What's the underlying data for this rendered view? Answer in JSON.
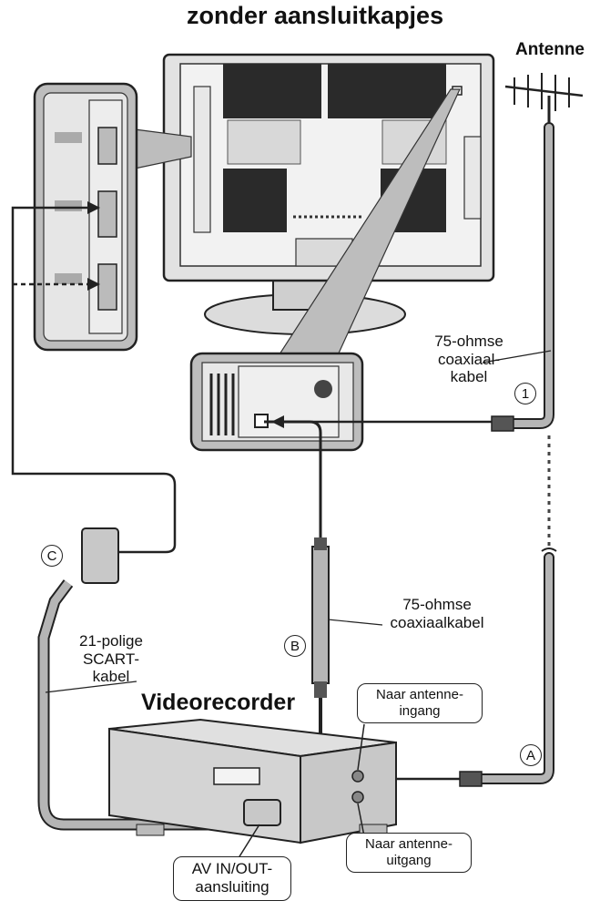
{
  "title": "zonder aansluitkapjes",
  "antenna_label": "Antenne",
  "coax_top": {
    "line1": "75-ohmse",
    "line2": "coaxiaal-",
    "line3": "kabel"
  },
  "coax_mid": {
    "line1": "75-ohmse",
    "line2": "coaxiaalkabel"
  },
  "scart": {
    "line1": "21-polige",
    "line2": "SCART-",
    "line3": "kabel"
  },
  "vcr_label": "Videorecorder",
  "antenna_in": {
    "line1": "Naar antenne-",
    "line2": "ingang"
  },
  "antenna_out": {
    "line1": "Naar antenne-",
    "line2": "uitgang"
  },
  "av_io": {
    "line1": "AV IN/OUT-",
    "line2": "aansluiting"
  },
  "markers": {
    "one": "1",
    "a": "A",
    "b": "B",
    "c": "C"
  },
  "colors": {
    "cable_fill": "#b5b5b5",
    "line": "#1a1a1a",
    "panel_dark": "#2a2a2a",
    "tv_body": "#e2e2e2"
  }
}
